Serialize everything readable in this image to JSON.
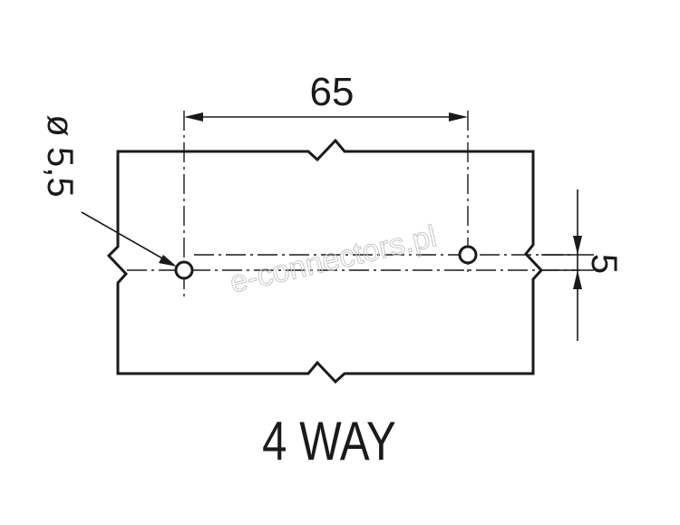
{
  "drawing": {
    "spacing_dimension": "65",
    "hole_diameter": "ø 5,5",
    "offset_dimension": "5",
    "title": "4 WAY",
    "watermark": "e-connectors.pl"
  },
  "colors": {
    "ink": "#1a1a1a",
    "watermark": "#c8c8c8",
    "background": "#ffffff"
  }
}
